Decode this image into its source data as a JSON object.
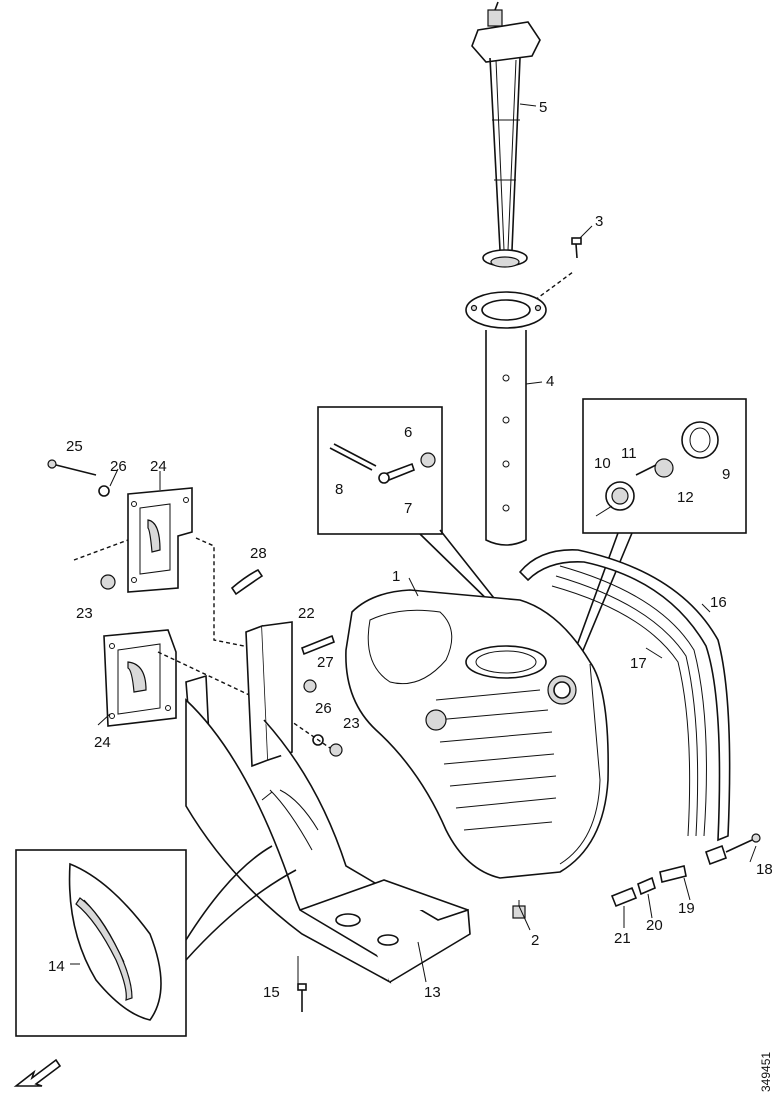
{
  "callouts": [
    "1",
    "2",
    "3",
    "4",
    "5",
    "6",
    "7",
    "8",
    "9",
    "10",
    "11",
    "12",
    "13",
    "14",
    "15",
    "16",
    "17",
    "18",
    "19",
    "20",
    "21",
    "22",
    "23",
    "23",
    "24",
    "24",
    "25",
    "26",
    "26",
    "27",
    "28"
  ],
  "figure_code": "349451",
  "icons": {
    "orientation": "direction-arrow-icon"
  }
}
